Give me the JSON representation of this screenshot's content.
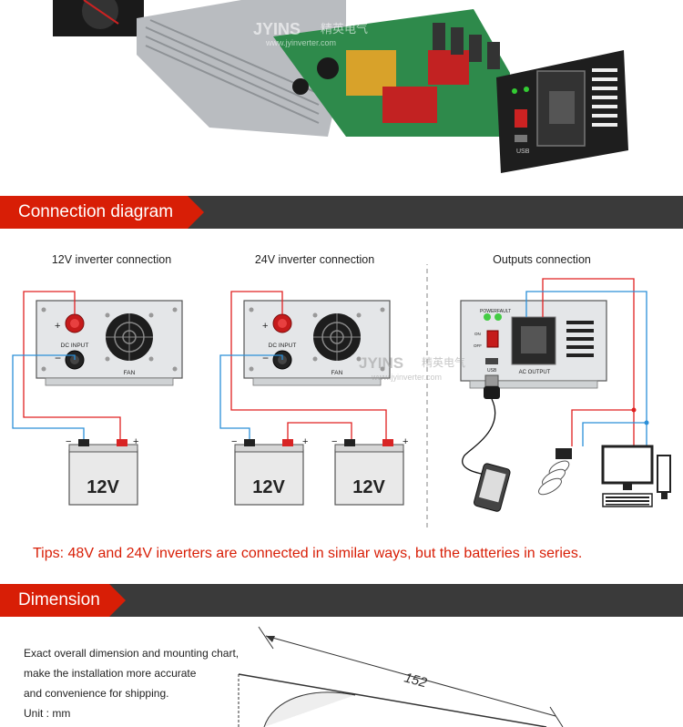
{
  "header_photo": {
    "watermark_brand": "JYINS",
    "watermark_cn": "精英电气",
    "watermark_url": "www.jyinverter.com",
    "usb_label": "USB"
  },
  "connection": {
    "banner": "Connection diagram",
    "label_12v": "12V inverter connection",
    "label_24v": "24V inverter connection",
    "label_outputs": "Outputs connection",
    "battery_label": "12V",
    "dc_input": "DC INPUT",
    "fan": "FAN",
    "plus": "+",
    "minus": "−",
    "power": "POWER",
    "fault": "FAULT",
    "on": "ON",
    "off": "OFF",
    "usb": "USB",
    "ac_output": "AC OUTPUT",
    "watermark_brand": "JYINS",
    "watermark_cn": "精英电气",
    "watermark_url": "www.jyinverter.com",
    "tip": "Tips: 48V and 24V inverters are connected in similar ways, but the batteries in series."
  },
  "dimension": {
    "banner": "Dimension",
    "lines": [
      "Exact overall dimension and mounting chart,",
      "make the installation more accurate",
      "and convenience for shipping.",
      "Unit : mm"
    ],
    "length_value": "152"
  },
  "colors": {
    "accent": "#d81e06",
    "dark_band": "#3a3a3a",
    "wire_red": "#e02020",
    "wire_blue": "#2a8fd8"
  }
}
